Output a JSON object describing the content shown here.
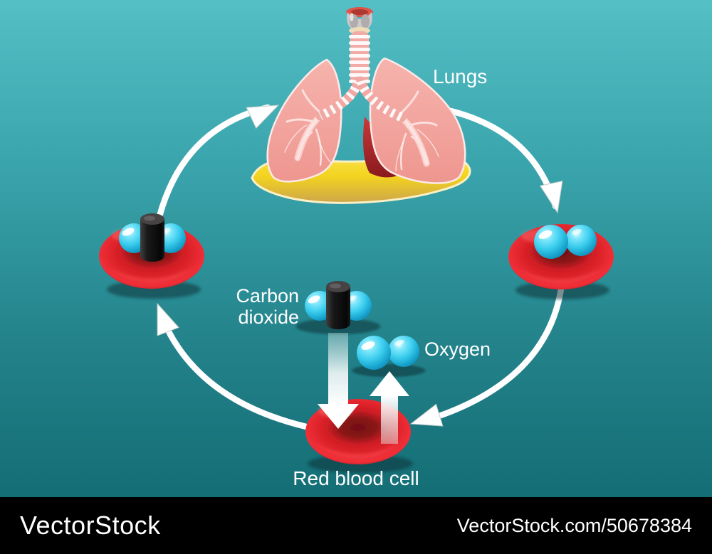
{
  "diagram": {
    "title_semantic": "Gas exchange cycle between lungs and red blood cells",
    "labels": {
      "lungs": "Lungs",
      "carbon_dioxide": "Carbon dioxide",
      "oxygen": "Oxygen",
      "red_blood_cell": "Red blood cell"
    },
    "colors": {
      "background_top": "#55bfc6",
      "background_bottom": "#0e666d",
      "arrow": "#ffffff",
      "red_blood_cell": "#e8222a",
      "oxygen_molecule": "#3ecdee",
      "carbon_atom": "#161616",
      "lung_pink": "#f2a29c",
      "diaphragm_yellow": "#f2d11f",
      "heart_red": "#a7242a",
      "watermark_bar": "#000000"
    }
  },
  "watermark_bar": {
    "logo": "VectorStock",
    "credit": "VectorStock.com/50678384"
  }
}
